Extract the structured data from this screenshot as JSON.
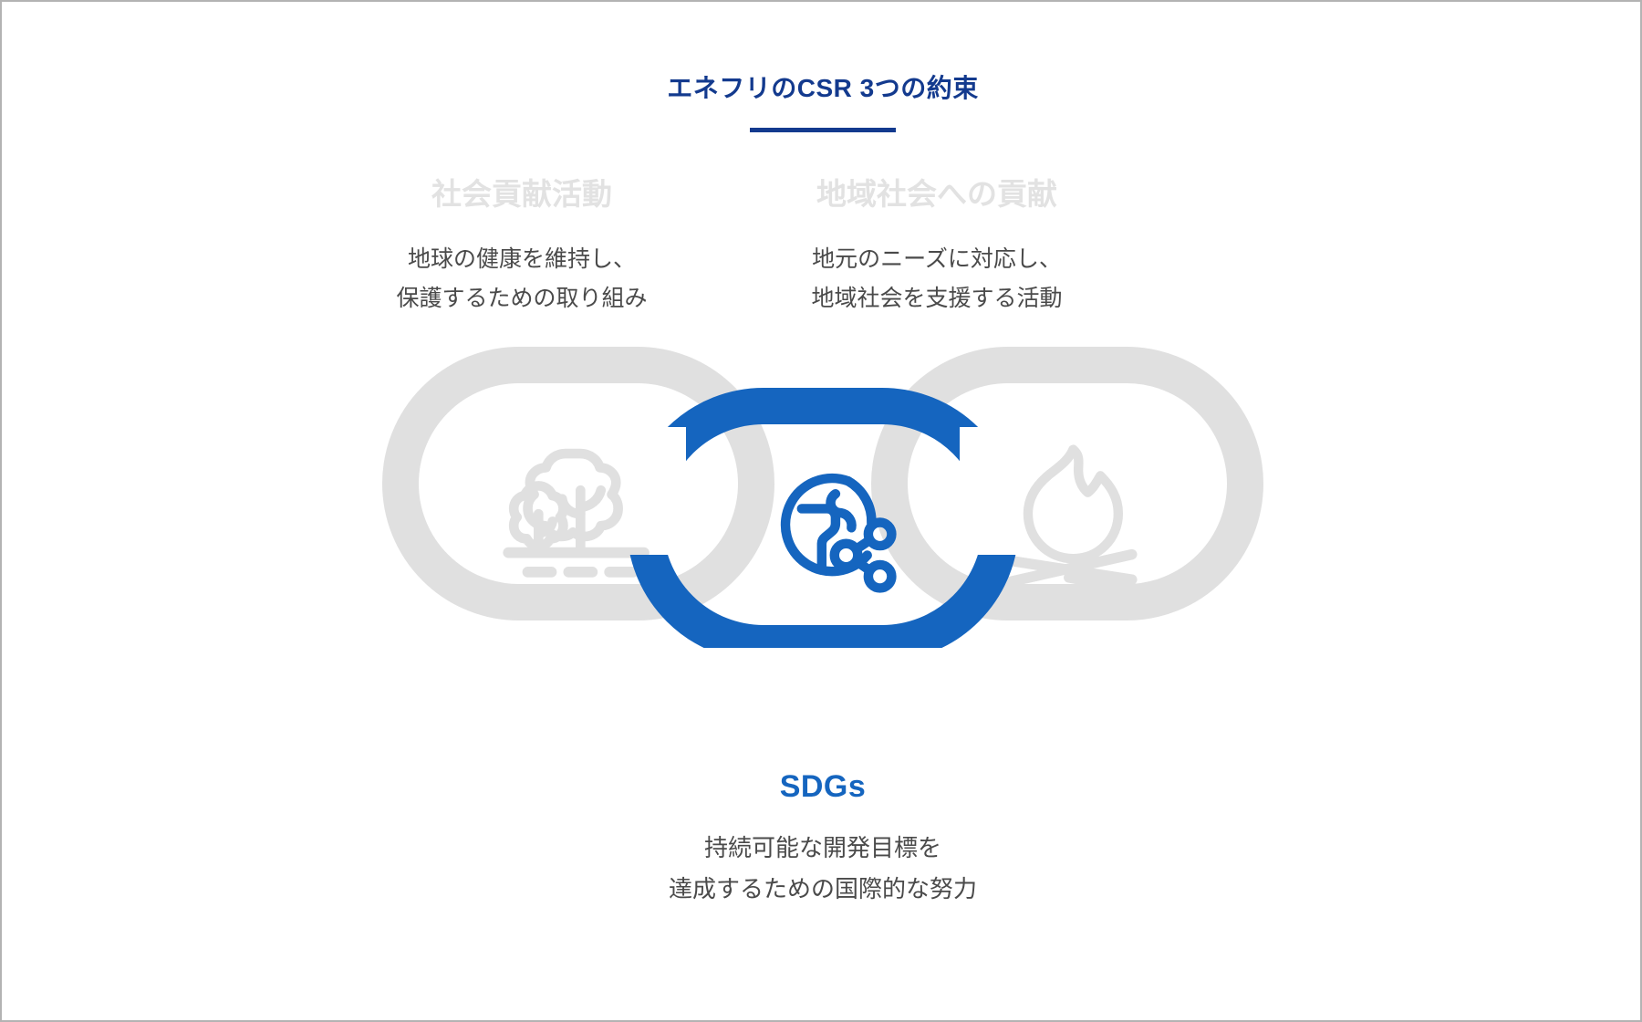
{
  "header": {
    "title": "エネフリのCSR 3つの約束",
    "rule_color": "#133a8e",
    "title_color": "#133a8e"
  },
  "columns": [
    {
      "id": "social-contribution",
      "heading": "社会貢献活動",
      "heading_color": "#e2e2e2",
      "body_lines": [
        "地球の健康を維持し、",
        "保護するための取り組み"
      ],
      "icon": "tree-icon",
      "link_color": "#e0e0e0"
    },
    {
      "id": "local-community",
      "heading": "地域社会への貢献",
      "heading_color": "#e2e2e2",
      "body_lines": [
        "地元のニーズに対応し、",
        "地域社会を支援する活動"
      ],
      "icon": "campfire-icon",
      "link_color": "#e0e0e0"
    }
  ],
  "center": {
    "id": "sdgs",
    "heading": "SDGs",
    "heading_color": "#1565bf",
    "body_lines": [
      "持続可能な開発目標を",
      "達成するための国際的な努力"
    ],
    "icon": "globe-network-icon",
    "link_color": "#1565bf"
  },
  "colors": {
    "navy": "#133a8e",
    "blue": "#1565bf",
    "gray_link": "#e0e0e0",
    "gray_heading": "#e2e2e2",
    "body_text": "#4a4a4a",
    "frame_border": "#b3b3b3",
    "background": "#ffffff"
  }
}
